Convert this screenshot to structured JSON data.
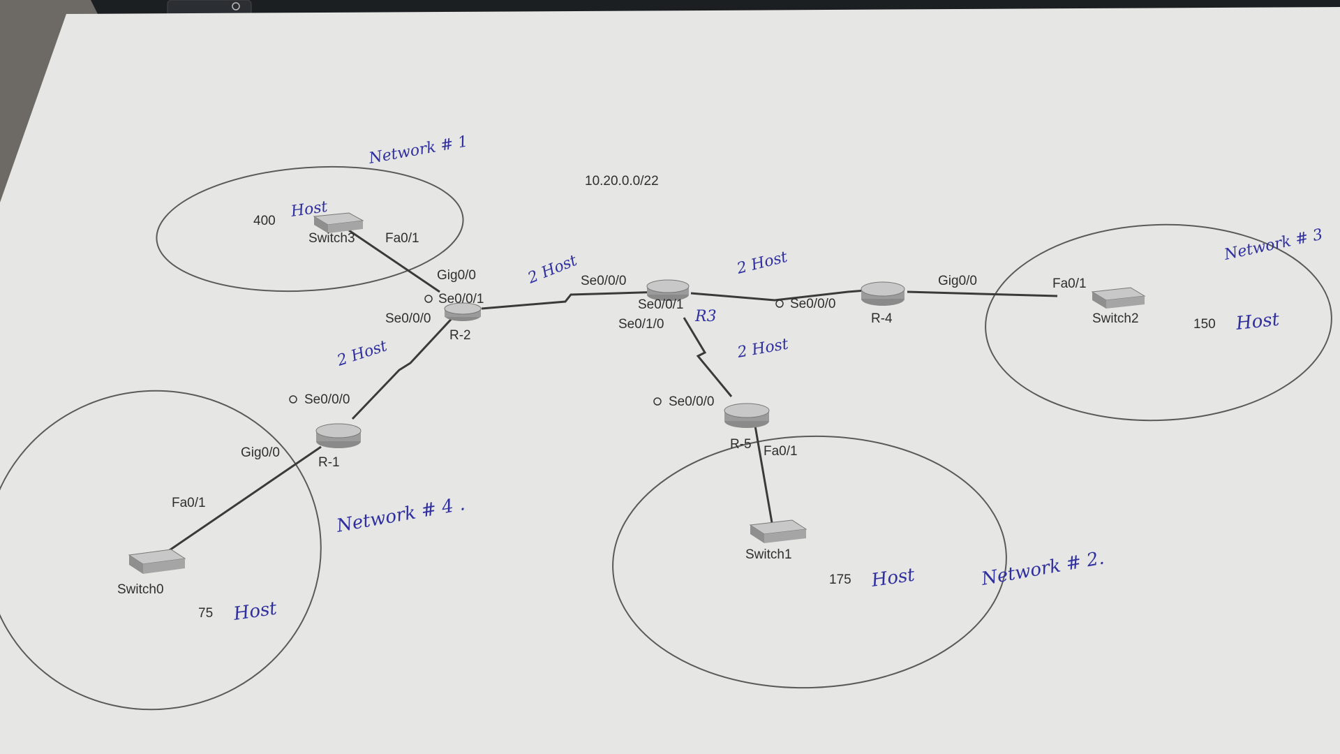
{
  "diagram": {
    "address_block": "10.20.0.0/22",
    "networks": [
      {
        "title": "Network # 1",
        "count": "400",
        "host_word": "Host"
      },
      {
        "title": "Network # 2.",
        "count": "175",
        "host_word": "Host"
      },
      {
        "title": "Network # 3",
        "count": "150",
        "host_word": "Host"
      },
      {
        "title": "Network # 4 .",
        "count": "75",
        "host_word": "Host"
      }
    ],
    "links": [
      {
        "name": "R-2 to R-3",
        "hosts": "2 Host"
      },
      {
        "name": "R-3 to R-4",
        "hosts": "2 Host"
      },
      {
        "name": "R-1 to R-2",
        "hosts": "2 Host"
      },
      {
        "name": "R-3 to R-5",
        "hosts": "2 Host"
      }
    ],
    "routers": {
      "r1": "R-1",
      "r2": "R-2",
      "r3_handwritten": "R3",
      "r4": "R-4",
      "r5": "R-5"
    },
    "switches": {
      "s0": "Switch0",
      "s1": "Switch1",
      "s2": "Switch2",
      "s3": "Switch3"
    },
    "interfaces": {
      "sw3_fa": "Fa0/1",
      "r2_gig": "Gig0/0",
      "r2_se01": "Se0/0/1",
      "r2_se00": "Se0/0/0",
      "r3_se00": "Se0/0/0",
      "r3_se01": "Se0/0/1",
      "r3_se10": "Se0/1/0",
      "r4_se00": "Se0/0/0",
      "r4_gig": "Gig0/0",
      "sw2_fa": "Fa0/1",
      "r1_se00": "Se0/0/0",
      "r1_gig": "Gig0/0",
      "sw0_fa": "Fa0/1",
      "r5_se00": "Se0/0/0",
      "r5_fa": "Fa0/1"
    }
  }
}
